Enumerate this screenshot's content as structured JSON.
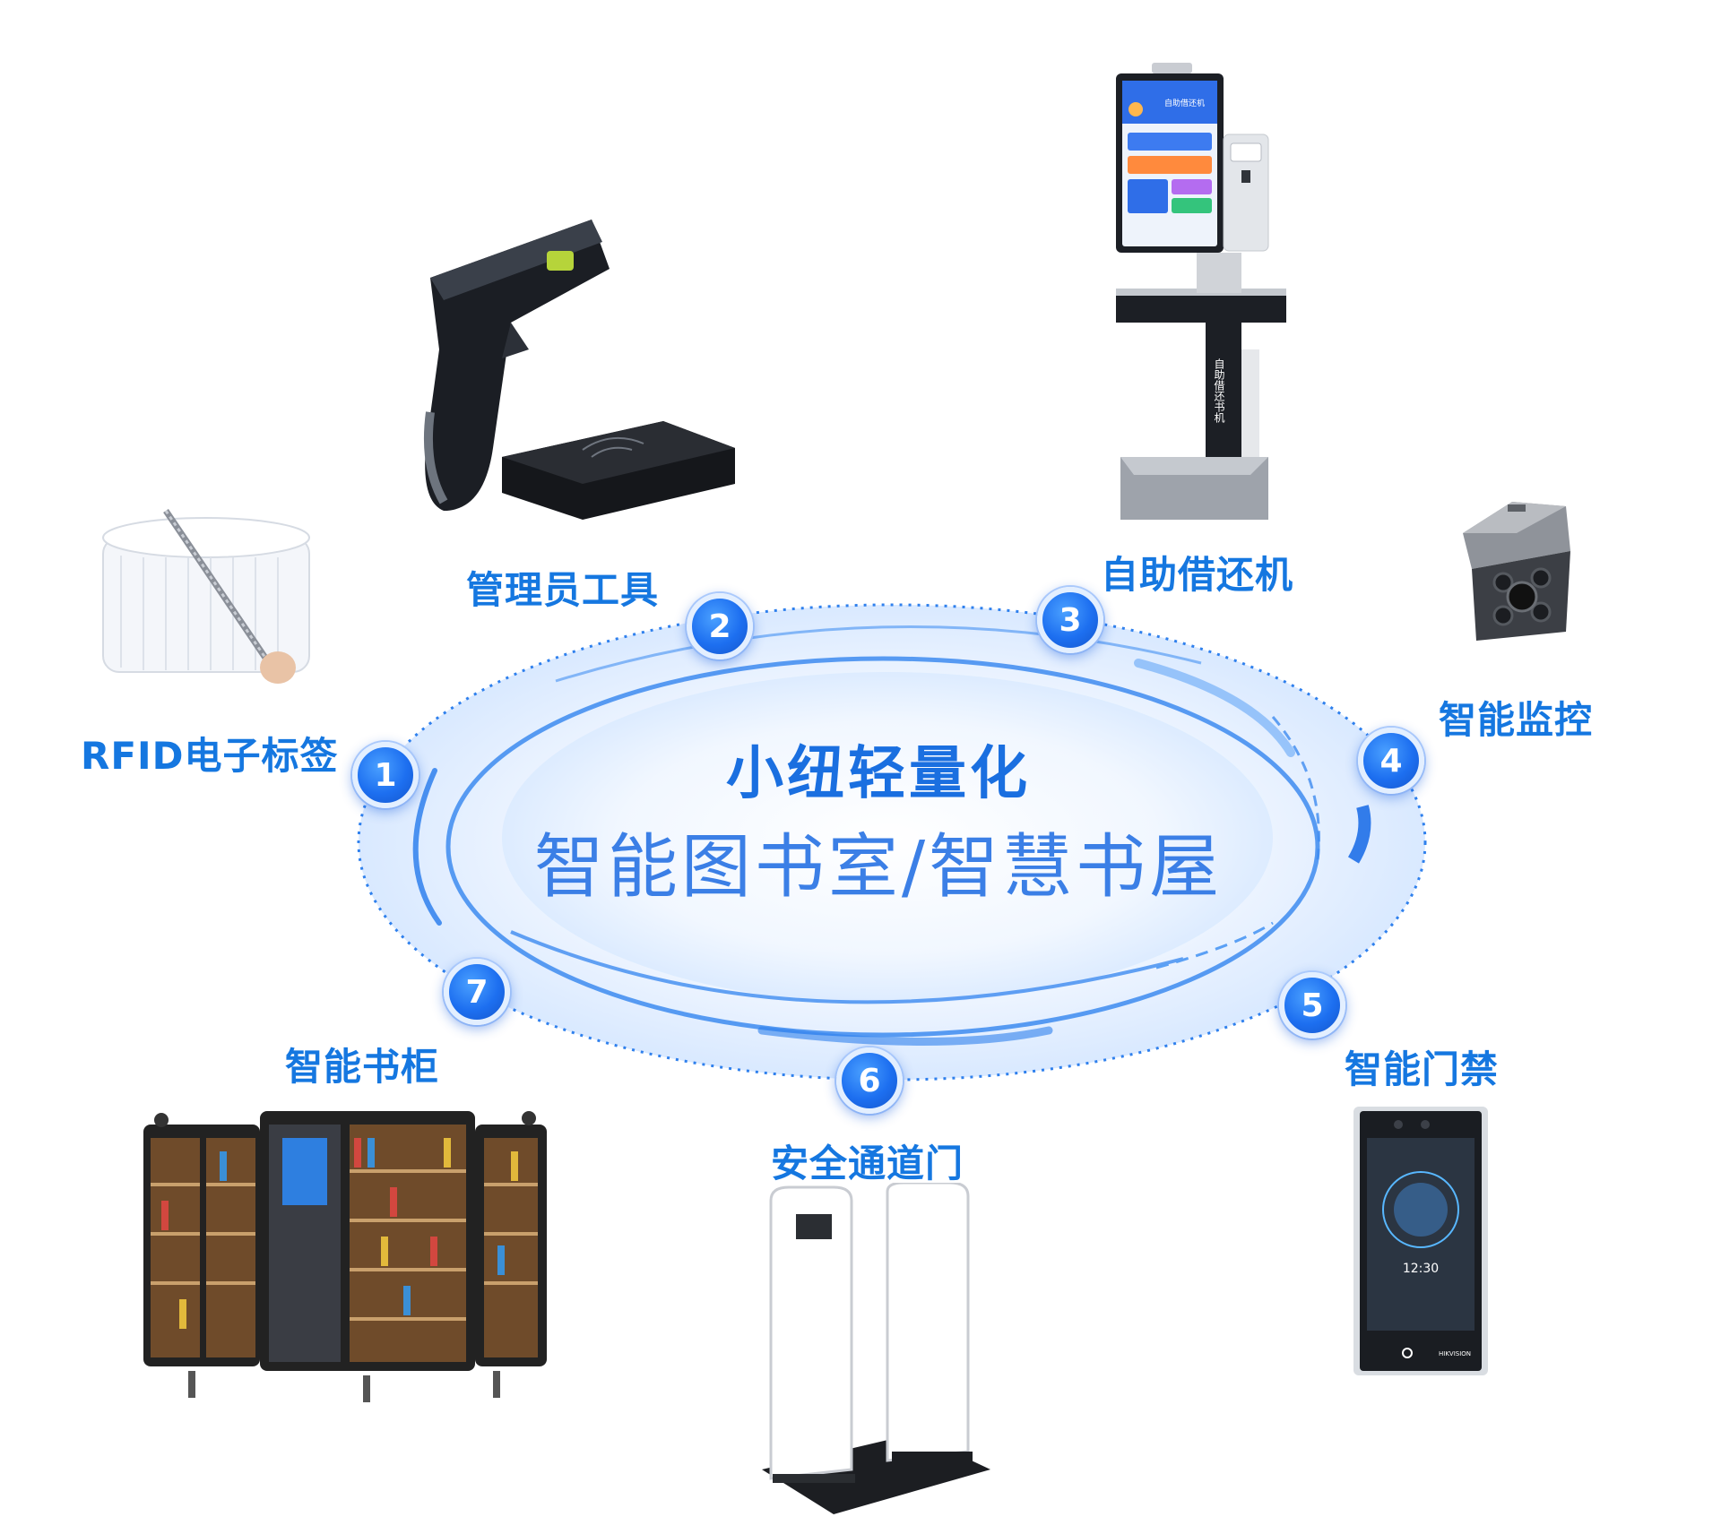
{
  "center": {
    "title": "小纽轻量化",
    "subtitle": "智能图书室/智慧书屋"
  },
  "nodes": [
    {
      "number": "1",
      "label": "RFID电子标签",
      "icon": "rfid-tag-roll-icon"
    },
    {
      "number": "2",
      "label": "管理员工具",
      "icon": "barcode-scanner-icon"
    },
    {
      "number": "3",
      "label": "自助借还机",
      "icon": "self-service-kiosk-icon"
    },
    {
      "number": "4",
      "label": "智能监控",
      "icon": "surveillance-camera-icon"
    },
    {
      "number": "5",
      "label": "智能门禁",
      "icon": "face-recognition-terminal-icon"
    },
    {
      "number": "6",
      "label": "安全通道门",
      "icon": "security-gate-icon"
    },
    {
      "number": "7",
      "label": "智能书柜",
      "icon": "smart-bookcase-icon"
    }
  ],
  "kiosk": {
    "screen_title": "自助借还机",
    "side_label": "自助借还书机"
  },
  "face_terminal": {
    "time": "12:30",
    "brand": "HIKVISION"
  },
  "colors": {
    "accent": "#1577e0",
    "badge": "#1d6ff0",
    "ring": "#2f80ed",
    "ellipse_fill": "#eaf3ff"
  }
}
